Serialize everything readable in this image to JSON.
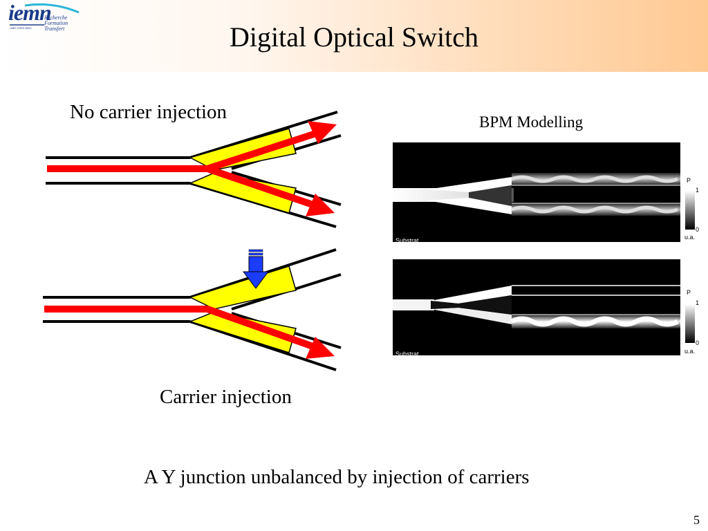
{
  "header": {
    "title": "Digital Optical Switch",
    "logo": {
      "main": "iemn",
      "line1": "Recherche",
      "line2": "Formation",
      "line3": "Transfert",
      "small": "UMR CNRS 8520"
    }
  },
  "diagram": {
    "top_label": "No carrier injection",
    "bottom_label": "Carrier injection",
    "bpm_title": "BPM Modelling",
    "caption": "A Y junction unbalanced by injection of carriers"
  },
  "bpm_panels": [
    {
      "scale_title": "P",
      "scale_max": "1",
      "scale_min": "0",
      "scale_unit": "u.a.",
      "substrate": "Substrat"
    },
    {
      "scale_title": "P",
      "scale_max": "1",
      "scale_min": "0",
      "scale_unit": "u.a.",
      "substrate": "Substrat"
    }
  ],
  "colors": {
    "beam": "#ff0000",
    "electrode": "#ffff00",
    "injection_arrow": "#1a3cff",
    "header_accent": "#ffc992"
  },
  "page_number": "5"
}
